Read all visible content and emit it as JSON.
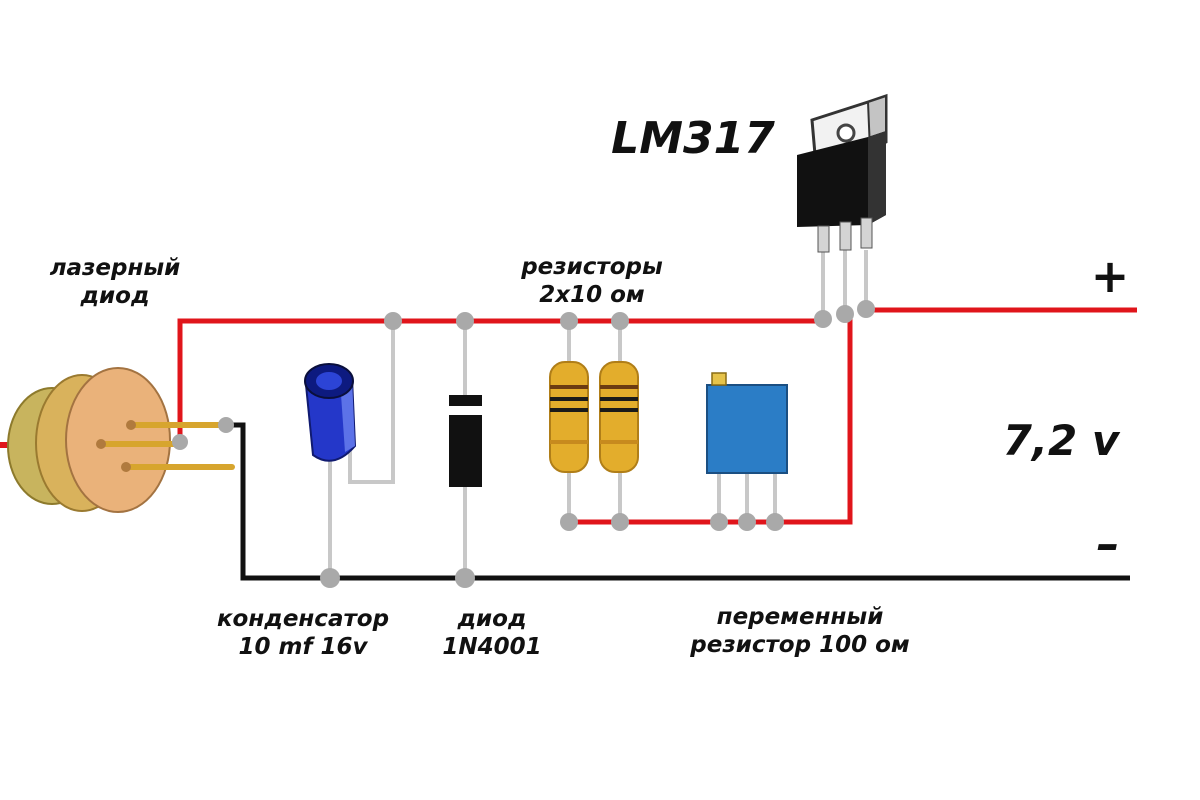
{
  "labels": {
    "laser_diode_line1": "лазерный",
    "laser_diode_line2": "диод",
    "regulator": "LM317",
    "resistors_line1": "резисторы",
    "resistors_line2": "2x10 ом",
    "capacitor_line1": "конденсатор",
    "capacitor_line2": "10 mf 16v",
    "diode_line1": "диод",
    "diode_line2": "1N4001",
    "pot_line1": "переменный",
    "pot_line2": "резистор 100 ом",
    "voltage": "7,2 v",
    "plus": "+",
    "minus": "–"
  },
  "colors": {
    "wire_positive": "#e0151b",
    "wire_negative": "#111111",
    "wire_lead": "#c8c8c8",
    "junction": "#a9a9a9",
    "diode_body": "#e2a96a",
    "resistor_body": "#e3ad2c",
    "capacitor_body": "#2437c9",
    "pot_body": "#2b7dc6",
    "regulator_body": "#111111"
  },
  "icons": {
    "laser": "laser-diode-icon",
    "capacitor": "electrolytic-capacitor-icon",
    "diode": "rectifier-diode-icon",
    "resistor": "resistor-icon",
    "potentiometer": "trimmer-potentiometer-icon",
    "regulator": "to220-regulator-icon"
  }
}
